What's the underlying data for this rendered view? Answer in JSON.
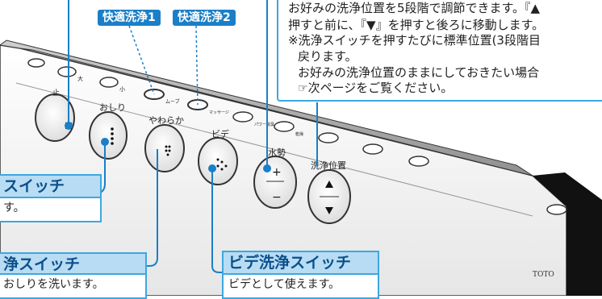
{
  "info": {
    "line1": "お好みの洗浄位置を5段階で調節できます。『▲",
    "line2": "押すと前に、『▼』を押すと後ろに移動します。",
    "line3": "※洗浄スイッチを押すたびに標準位置(3段階目",
    "line4": "戻ります。",
    "line5": "お好みの洗浄位置のままにしておきたい場合",
    "line6": "次ページをご覧ください。"
  },
  "tags": {
    "comfort1": "快適洗浄1",
    "comfort2": "快適洗浄2"
  },
  "remote": {
    "stop": "止",
    "oshiri": "おしり",
    "yawaraka": "やわらか",
    "bidet": "ビデ",
    "water_pressure": "水勢",
    "wash_position": "洗浄位置",
    "small_dai": "大",
    "small_sho": "小",
    "move": "ムーブ",
    "massage": "マッサージ",
    "power_deodorize": "パワー脱臭",
    "dry": "乾燥",
    "brand": "TOTO"
  },
  "callouts": {
    "stop": {
      "title": "スイッチ",
      "desc": "す。"
    },
    "oshiri": {
      "title": "浄スイッチ",
      "desc": "おしりを洗います。"
    },
    "bidet": {
      "title": "ビデ洗浄スイッチ",
      "desc": "ビデとして使えます。"
    }
  },
  "colors": {
    "accent": "#3da7e0",
    "tag": "#1a7fc8",
    "callout_bg": "#b7dcf3"
  }
}
